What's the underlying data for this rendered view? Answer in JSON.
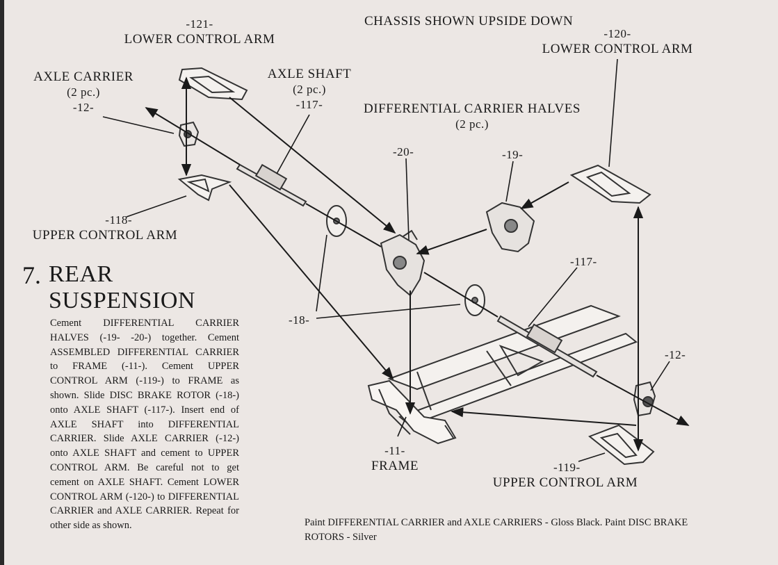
{
  "top_note": "CHASSIS SHOWN UPSIDE DOWN",
  "labels": {
    "lca_121": {
      "num": "-121-",
      "name": "LOWER CONTROL ARM"
    },
    "lca_120": {
      "num": "-120-",
      "name": "LOWER CONTROL ARM"
    },
    "axle_carrier": {
      "name": "AXLE CARRIER",
      "qty": "(2 pc.)",
      "num": "-12-"
    },
    "axle_shaft": {
      "name": "AXLE SHAFT",
      "qty": "(2 pc.)",
      "num": "-117-"
    },
    "diff_halves": {
      "name": "DIFFERENTIAL CARRIER HALVES",
      "qty": "(2 pc.)"
    },
    "n20": "-20-",
    "n19": "-19-",
    "uca_118": {
      "num": "-118-",
      "name": "UPPER CONTROL ARM"
    },
    "n117b": "-117-",
    "n18": "-18-",
    "n12b": "-12-",
    "frame": {
      "num": "-11-",
      "name": "FRAME"
    },
    "uca_119": {
      "num": "-119-",
      "name": "UPPER CONTROL ARM"
    }
  },
  "step": {
    "number": "7.",
    "title_line1": "REAR",
    "title_line2": "SUSPENSION",
    "instructions": "Cement DIFFERENTIAL CARRIER HALVES (-19- -20-) together. Cement ASSEMBLED DIFFERENTIAL CARRIER to FRAME (-11-). Cement UPPER CONTROL ARM (-119-) to FRAME as shown. Slide DISC BRAKE ROTOR (-18-) onto AXLE SHAFT (-117-). Insert end of AXLE SHAFT into DIFFERENTIAL CARRIER. Slide AXLE CARRIER (-12-) onto AXLE SHAFT and cement to UPPER CONTROL ARM. Be careful not to get cement on AXLE SHAFT. Cement LOWER CONTROL ARM (-120-) to DIFFERENTIAL CARRIER and AXLE CARRIER. Repeat for other side as shown."
  },
  "paint_note": "Paint DIFFERENTIAL CARRIER and AXLE CARRIERS - Gloss Black. Paint DISC BRAKE ROTORS - Silver"
}
